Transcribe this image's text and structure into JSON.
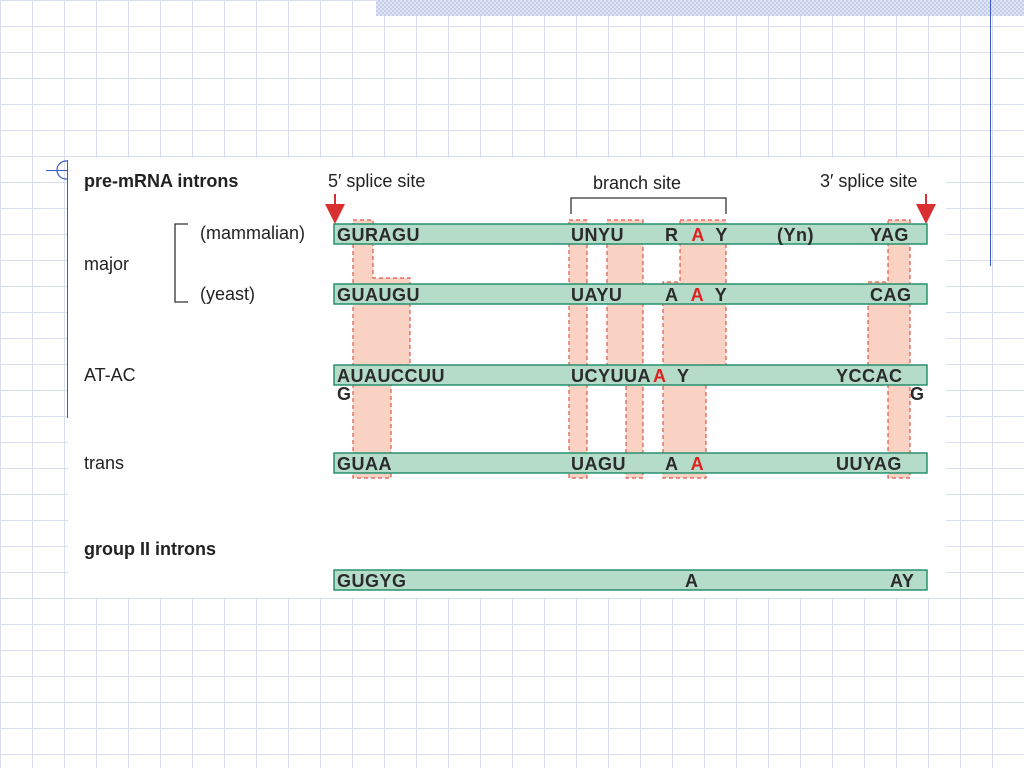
{
  "title": "pre-mRNA introns",
  "site_labels": {
    "five_prime": "5′ splice site",
    "branch": "branch  site",
    "three_prime": "3′ splice site"
  },
  "row_labels": {
    "major": "major",
    "mammalian": "(mammalian)",
    "yeast": "(yeast)",
    "atac": "AT-AC",
    "trans": "trans",
    "group2": "group II introns"
  },
  "sequences": {
    "mammalian": {
      "five": "GURAGU",
      "branch_a": "UNYU",
      "branch_b_pre": "R ",
      "branch_b_a": "A",
      "branch_b_post": " Y",
      "poly": "(Yn)",
      "three": "YAG"
    },
    "yeast": {
      "five": "GUAUGU",
      "branch_a": "UAYU",
      "branch_b_pre": "A ",
      "branch_b_a": "A",
      "branch_b_post": " Y",
      "three": "CAG"
    },
    "atac": {
      "five": "AUAUCCUU",
      "five_extra": "G",
      "branch_a": "UCYUUA",
      "branch_b_a": "A",
      "branch_b_post": " Y",
      "three": "YCCAC",
      "three_extra": "G"
    },
    "trans": {
      "five": "GUAA",
      "branch_a": "UAGU",
      "branch_b_pre": "A ",
      "branch_b_a": "A",
      "three": "UUYAG"
    },
    "group2": {
      "five": "GUGYG",
      "branch_a": "A",
      "three": "AY"
    }
  },
  "colors": {
    "bar_fill": "#b5dbc9",
    "bar_stroke": "#1d8a68",
    "highlight_fill": "#f9d2c3",
    "highlight_stroke": "#e0564b",
    "branch_a": "#e02020",
    "arrow": "#d83030"
  }
}
